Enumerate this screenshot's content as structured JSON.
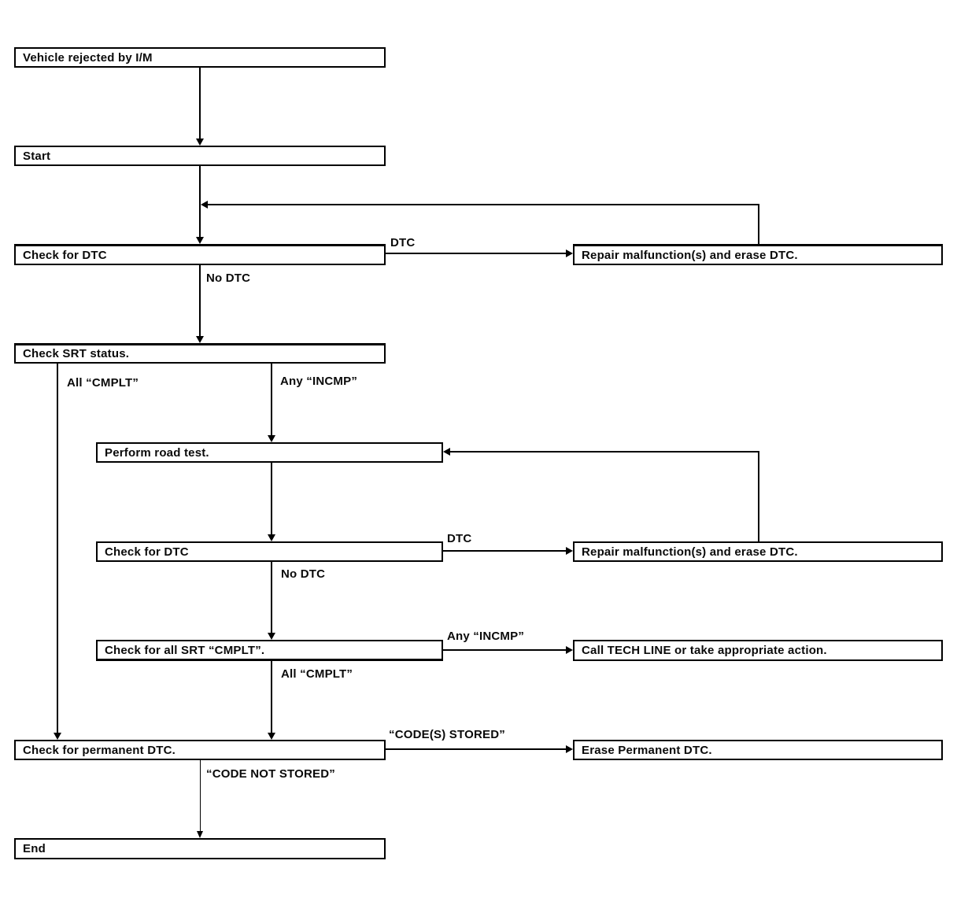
{
  "diagram_type": "flowchart",
  "colors": {
    "line": "#000000",
    "box_border": "#000000",
    "box_fill": "#ffffff",
    "background": "#ffffff",
    "text": "#0a0a0a"
  },
  "nodes": {
    "vehicle_rejected": {
      "label": "Vehicle rejected by I/M"
    },
    "start": {
      "label": "Start"
    },
    "check_dtc_1": {
      "label": "Check for DTC"
    },
    "repair_1": {
      "label": "Repair malfunction(s) and erase DTC."
    },
    "check_srt": {
      "label": "Check SRT status."
    },
    "perform_road_test": {
      "label": "Perform road test."
    },
    "check_dtc_2": {
      "label": "Check for DTC"
    },
    "repair_2": {
      "label": "Repair malfunction(s) and erase DTC."
    },
    "check_all_srt": {
      "label": "Check for all SRT “CMPLT”."
    },
    "call_tech_line": {
      "label": "Call TECH LINE or take appropriate action."
    },
    "check_permanent": {
      "label": "Check for permanent DTC."
    },
    "erase_permanent": {
      "label": "Erase Permanent DTC."
    },
    "end": {
      "label": "End"
    }
  },
  "edge_labels": {
    "dtc_1": "DTC",
    "no_dtc_1": "No DTC",
    "all_cmplt_1": "All “CMPLT”",
    "any_incmp_1": "Any “INCMP”",
    "dtc_2": "DTC",
    "no_dtc_2": "No DTC",
    "any_incmp_2": "Any “INCMP”",
    "all_cmplt_2": "All “CMPLT”",
    "codes_stored": "“CODE(S) STORED”",
    "code_not_stored": "“CODE NOT STORED”"
  }
}
